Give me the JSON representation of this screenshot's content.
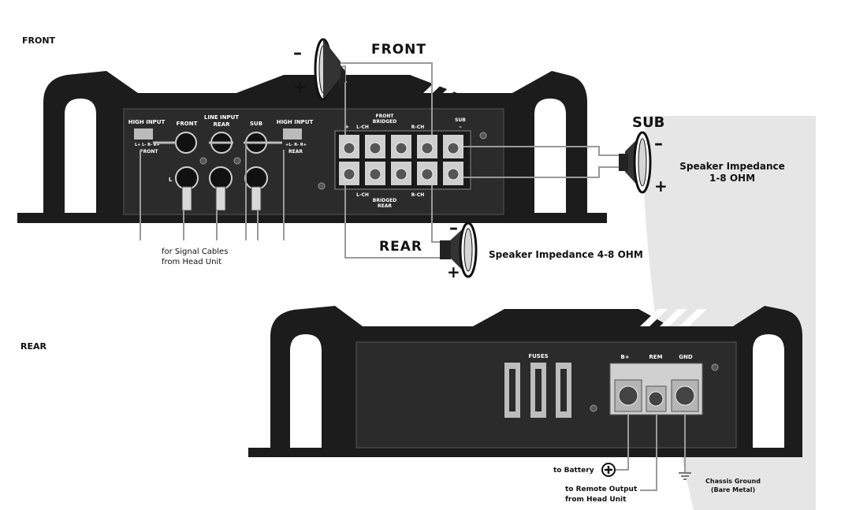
{
  "section_labels": {
    "front": "FRONT",
    "rear": "REAR"
  },
  "speakers": {
    "front": {
      "title": "FRONT",
      "minus": "–",
      "plus": "+"
    },
    "rear": {
      "title": "REAR",
      "minus": "–",
      "plus": "+"
    },
    "sub": {
      "title": "SUB",
      "minus": "–",
      "plus": "+"
    }
  },
  "impedance": {
    "main": "Speaker Impedance 4-8 OHM",
    "sub_line1": "Speaker Impedance",
    "sub_line2": "1-8 OHM"
  },
  "front_panel": {
    "high_input_front": "HIGH INPUT",
    "high_input_front_sub": "FRONT",
    "high_input_front_pins": "L+ L- R- R+",
    "col_front": "FRONT",
    "line_input_1": "LINE INPUT",
    "line_input_2": "REAR",
    "col_sub": "SUB",
    "high_input_rear": "HIGH INPUT",
    "high_input_rear_sub": "REAR",
    "high_input_rear_pins": "+L- R- R+",
    "left_marker": "L",
    "terminal_front": "FRONT",
    "terminal_bridged_top": "BRIDGED",
    "terminal_lch": "L-CH",
    "terminal_rch": "R-CH",
    "terminal_sub": "SUB",
    "terminal_bridged_bottom": "BRIDGED",
    "terminal_rear": "REAR",
    "plus_sign": "+",
    "minus_sign": "–"
  },
  "signal_note_line1": "for Signal Cables",
  "signal_note_line2": "from Head Unit",
  "rear_panel": {
    "fuses": "FUSES",
    "bplus": "B+",
    "rem": "REM",
    "gnd": "GND"
  },
  "connections": {
    "battery": "to Battery",
    "remote_line1": "to Remote Output",
    "remote_line2": "from Head Unit",
    "ground_line1": "Chassis Ground",
    "ground_line2": "(Bare Metal)"
  },
  "colors": {
    "amp_body": "#1c1c1c",
    "panel": "#2b2b2b",
    "wire": "#9a9a9a",
    "background_shade": "#e6e6e6"
  }
}
